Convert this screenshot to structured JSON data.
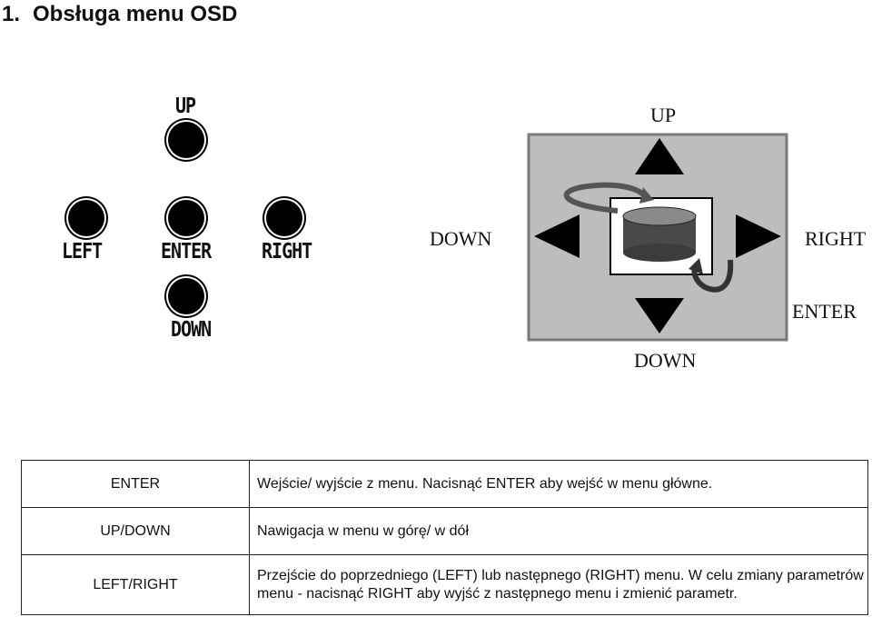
{
  "heading": {
    "number": "1.",
    "title": "Obsługa menu OSD"
  },
  "button_diagram": {
    "up": "UP",
    "left": "LEFT",
    "enter": "ENTER",
    "right": "RIGHT",
    "down": "DOWN"
  },
  "panel_diagram": {
    "up": "UP",
    "down_left": "DOWN",
    "right": "RIGHT",
    "enter": "ENTER",
    "down_bottom": "DOWN",
    "panel_bg": "#bdbdbd",
    "arrow_color": "#000000",
    "drum_color": "#4a4a4a"
  },
  "table": {
    "rows": [
      {
        "key": "ENTER",
        "desc": "Wejście/ wyjście z menu. Nacisnąć ENTER aby wejść w menu główne."
      },
      {
        "key": "UP/DOWN",
        "desc": "Nawigacja w menu w górę/ w dół"
      },
      {
        "key": "LEFT/RIGHT",
        "desc": "Przejście do poprzedniego (LEFT) lub następnego (RIGHT) menu. W celu zmiany parametrów menu - nacisnąć RIGHT aby wyjść z następnego menu i zmienić parametr."
      }
    ]
  }
}
